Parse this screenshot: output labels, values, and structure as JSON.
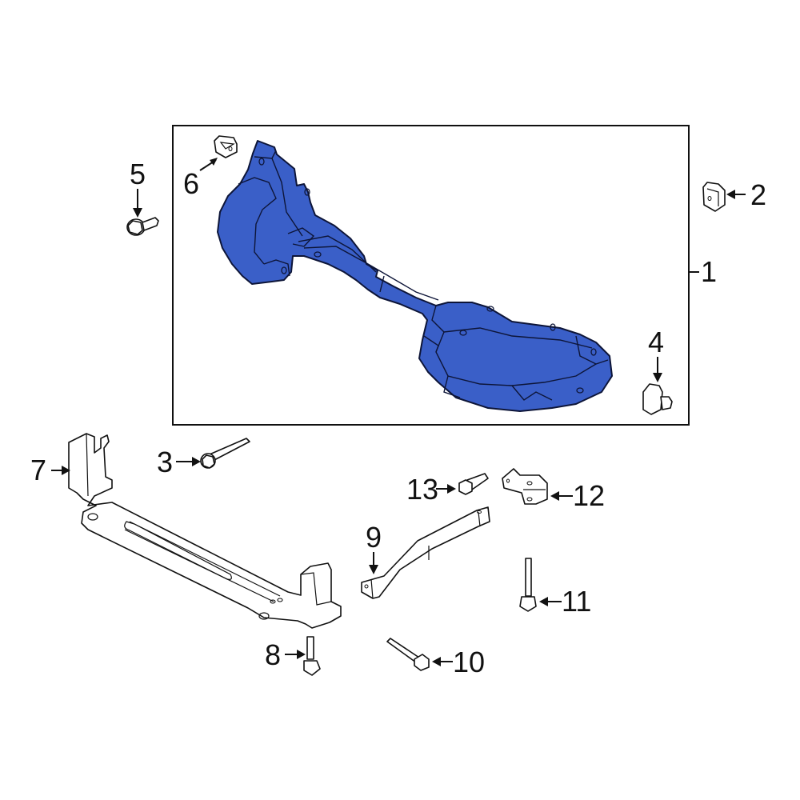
{
  "diagram": {
    "type": "exploded-parts-diagram",
    "highlight_color": "#3a5fc8",
    "outline_color": "#111111",
    "group_box": {
      "label": "1",
      "description": "highlighted assembly frame"
    },
    "callouts": [
      {
        "id": "1",
        "label": "1",
        "part": "radiator-support-assembly"
      },
      {
        "id": "2",
        "label": "2",
        "part": "clip-nut"
      },
      {
        "id": "3",
        "label": "3",
        "part": "bolt"
      },
      {
        "id": "4",
        "label": "4",
        "part": "clip-nut-with-bolt"
      },
      {
        "id": "5",
        "label": "5",
        "part": "flange-bolt"
      },
      {
        "id": "6",
        "label": "6",
        "part": "clip-nut"
      },
      {
        "id": "7",
        "label": "7",
        "part": "lower-tie-bar"
      },
      {
        "id": "8",
        "label": "8",
        "part": "bolt"
      },
      {
        "id": "9",
        "label": "9",
        "part": "support-brace"
      },
      {
        "id": "10",
        "label": "10",
        "part": "bolt"
      },
      {
        "id": "11",
        "label": "11",
        "part": "bolt"
      },
      {
        "id": "12",
        "label": "12",
        "part": "bracket"
      },
      {
        "id": "13",
        "label": "13",
        "part": "bolt"
      }
    ]
  }
}
